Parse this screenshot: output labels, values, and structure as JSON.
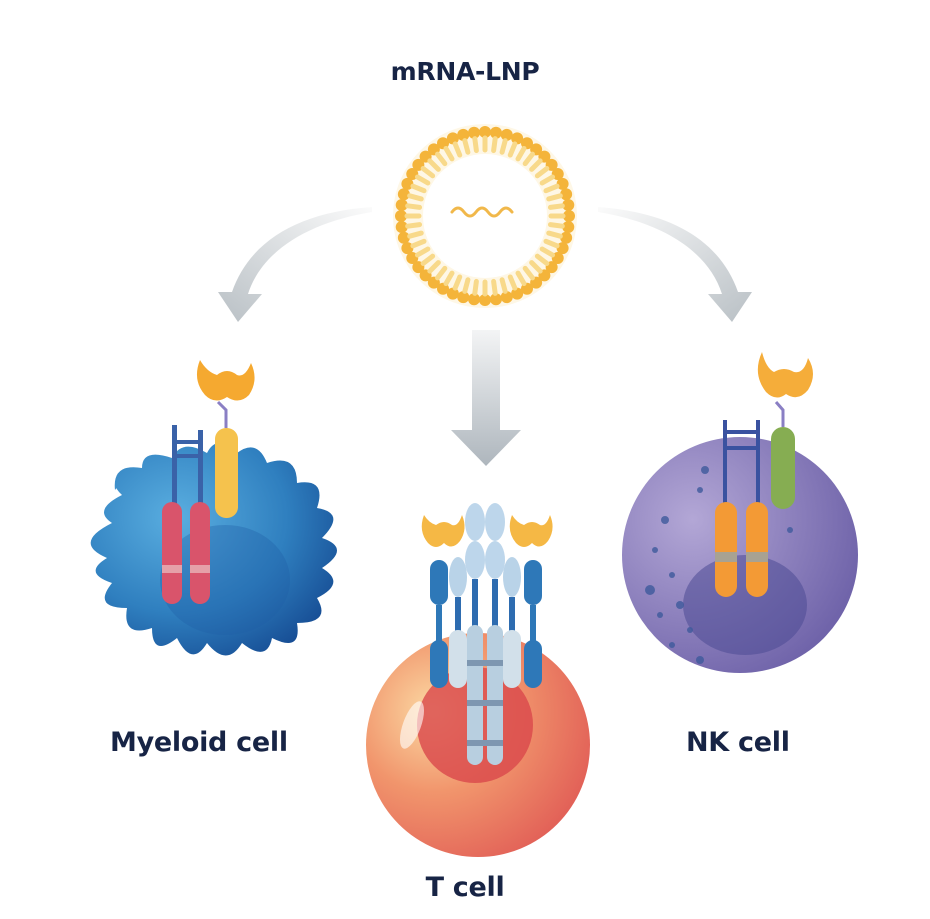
{
  "diagram": {
    "title": "mRNA-LNP",
    "source": {
      "name": "mRNA-LNP",
      "contents": "mRNA strand",
      "shell_color": "#f4b43a"
    },
    "arrows": [
      {
        "from": "mRNA-LNP",
        "to": "Myeloid cell",
        "style": "curved"
      },
      {
        "from": "mRNA-LNP",
        "to": "T cell",
        "style": "straight"
      },
      {
        "from": "mRNA-LNP",
        "to": "NK cell",
        "style": "curved"
      }
    ],
    "cells": [
      {
        "label": "Myeloid cell",
        "color": "#2f7fbf",
        "receptors": [
          "yellow CAR with antigen-binding domain",
          "paired red signaling chains"
        ]
      },
      {
        "label": "T cell",
        "color": "#e8645a",
        "receptors": [
          "two blue CARs with antigen-binding domains",
          "TCR/CD3 complex"
        ]
      },
      {
        "label": "NK cell",
        "color": "#7a6fb0",
        "receptors": [
          "green CAR with antigen-binding domain",
          "paired orange signaling chains"
        ]
      }
    ],
    "text_color": "#172445"
  }
}
